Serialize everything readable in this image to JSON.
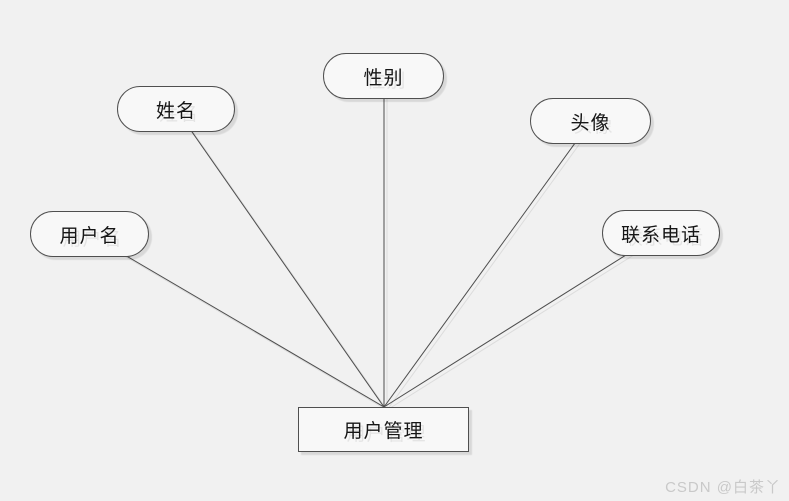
{
  "diagram": {
    "entity_label": "用户管理",
    "attributes": [
      {
        "id": "username",
        "label": "用户名"
      },
      {
        "id": "name",
        "label": "姓名"
      },
      {
        "id": "gender",
        "label": "性别"
      },
      {
        "id": "avatar",
        "label": "头像"
      },
      {
        "id": "phone",
        "label": "联系电话"
      }
    ]
  },
  "watermark": {
    "text": "CSDN @白茶丫"
  },
  "colors": {
    "background": "#f1f1f1",
    "node_fill": "#f8f8f8",
    "node_border": "#4f4f4f",
    "connector": "#4d4d4d",
    "shadow": "#dcdcdc",
    "text": "#161616",
    "watermark_text": "#c9c9c9"
  }
}
